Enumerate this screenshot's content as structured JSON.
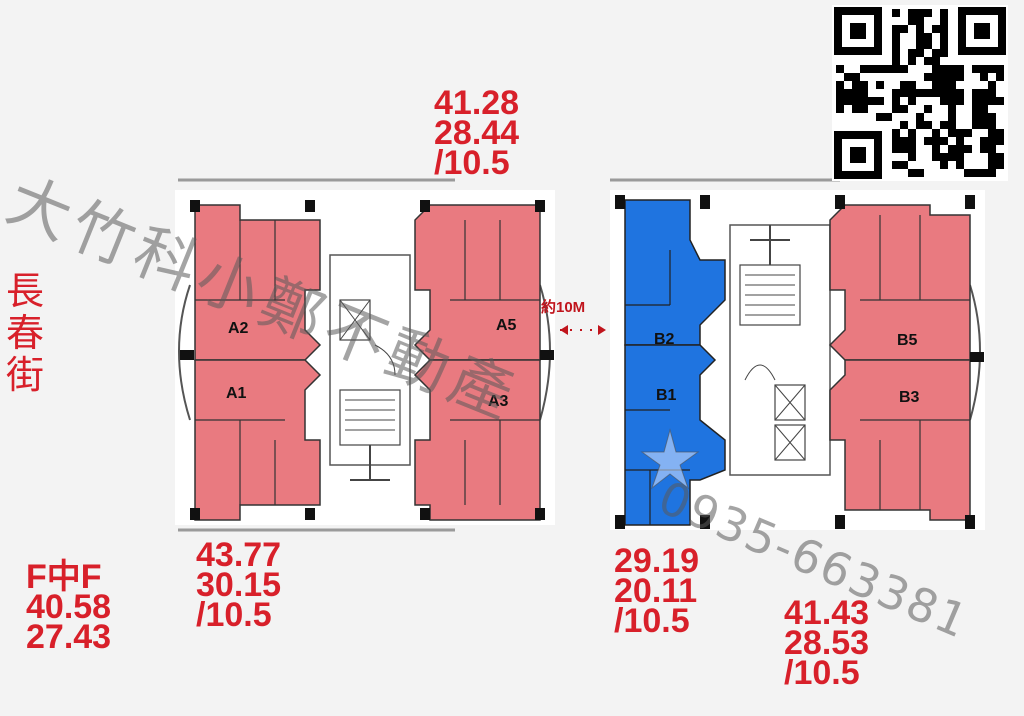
{
  "street_name": "長春街",
  "distance_label": "約10M",
  "units": [
    "A2",
    "A1",
    "A5",
    "A3",
    "B2",
    "B1",
    "B5",
    "B3"
  ],
  "area_labels": {
    "a5a3": "41.28\n28.44\n/10.5",
    "a2a1": "43.77\n30.15\n/10.5",
    "fmid": "F中F\n40.58\n27.43",
    "b2b1": "29.19\n20.11\n/10.5",
    "b5b3": "41.43\n28.53\n/10.5"
  },
  "watermark": {
    "brand_text": "大竹科小鄭不動產",
    "phone_text": "0935-663381"
  },
  "colors": {
    "unit_fill_red": "#e97a80",
    "unit_fill_blue": "#1f74e0",
    "label_red": "#d8202a"
  }
}
